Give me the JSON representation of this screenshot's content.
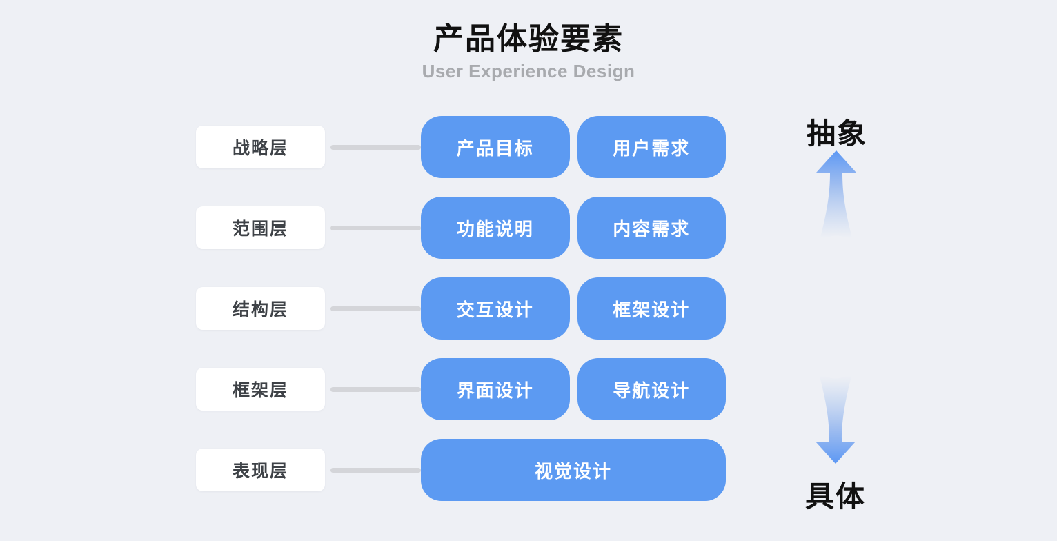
{
  "header": {
    "title": "产品体验要素",
    "subtitle": "User Experience Design"
  },
  "rows": [
    {
      "label": "战略层",
      "items": [
        "产品目标",
        "用户需求"
      ]
    },
    {
      "label": "范围层",
      "items": [
        "功能说明",
        "内容需求"
      ]
    },
    {
      "label": "结构层",
      "items": [
        "交互设计",
        "框架设计"
      ]
    },
    {
      "label": "框架层",
      "items": [
        "界面设计",
        "导航设计"
      ]
    },
    {
      "label": "表现层",
      "items": [
        "视觉设计"
      ]
    }
  ],
  "axis": {
    "top_label": "抽象",
    "bottom_label": "具体"
  },
  "icons": {
    "up": "arrow-up-icon",
    "down": "arrow-down-icon"
  },
  "colors": {
    "background": "#EEF0F5",
    "card_blue": "#5C9AF2",
    "card_white": "#FFFFFF",
    "label_text": "#3E4247",
    "connector": "#D4D5D9",
    "arrow_blue": "#5B97F4",
    "subtitle_gray": "#A8AAAE",
    "title_black": "#111111"
  }
}
